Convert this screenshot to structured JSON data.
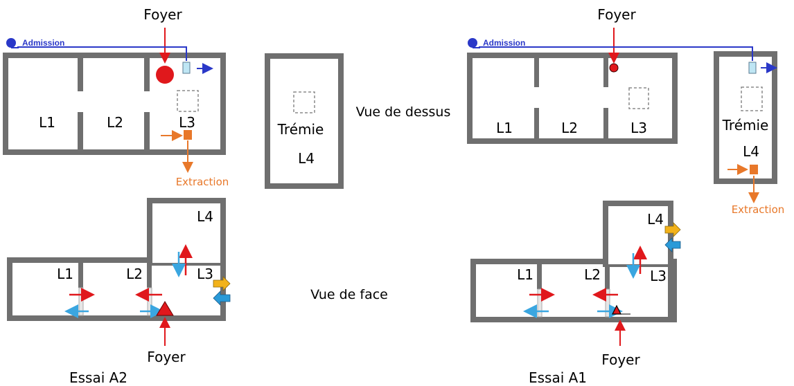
{
  "labels": {
    "foyer": "Foyer",
    "admission": "Admission",
    "extraction": "Extraction",
    "l1": "L1",
    "l2": "L2",
    "l3": "L3",
    "l4": "L4",
    "tremie": "Trémie",
    "top_view": "Vue de dessus",
    "front_view": "Vue de face",
    "test_a2": "Essai A2",
    "test_a1": "Essai A1"
  },
  "colors": {
    "wall": "#6f6f6f",
    "admission": "#2a38c8",
    "extraction": "#e8782a",
    "fire": "#e0181c",
    "flow_out": "#e0181c",
    "flow_in": "#3aa6e0",
    "exchange_out": "#f2b21a",
    "exchange_in": "#2a9ad8"
  }
}
